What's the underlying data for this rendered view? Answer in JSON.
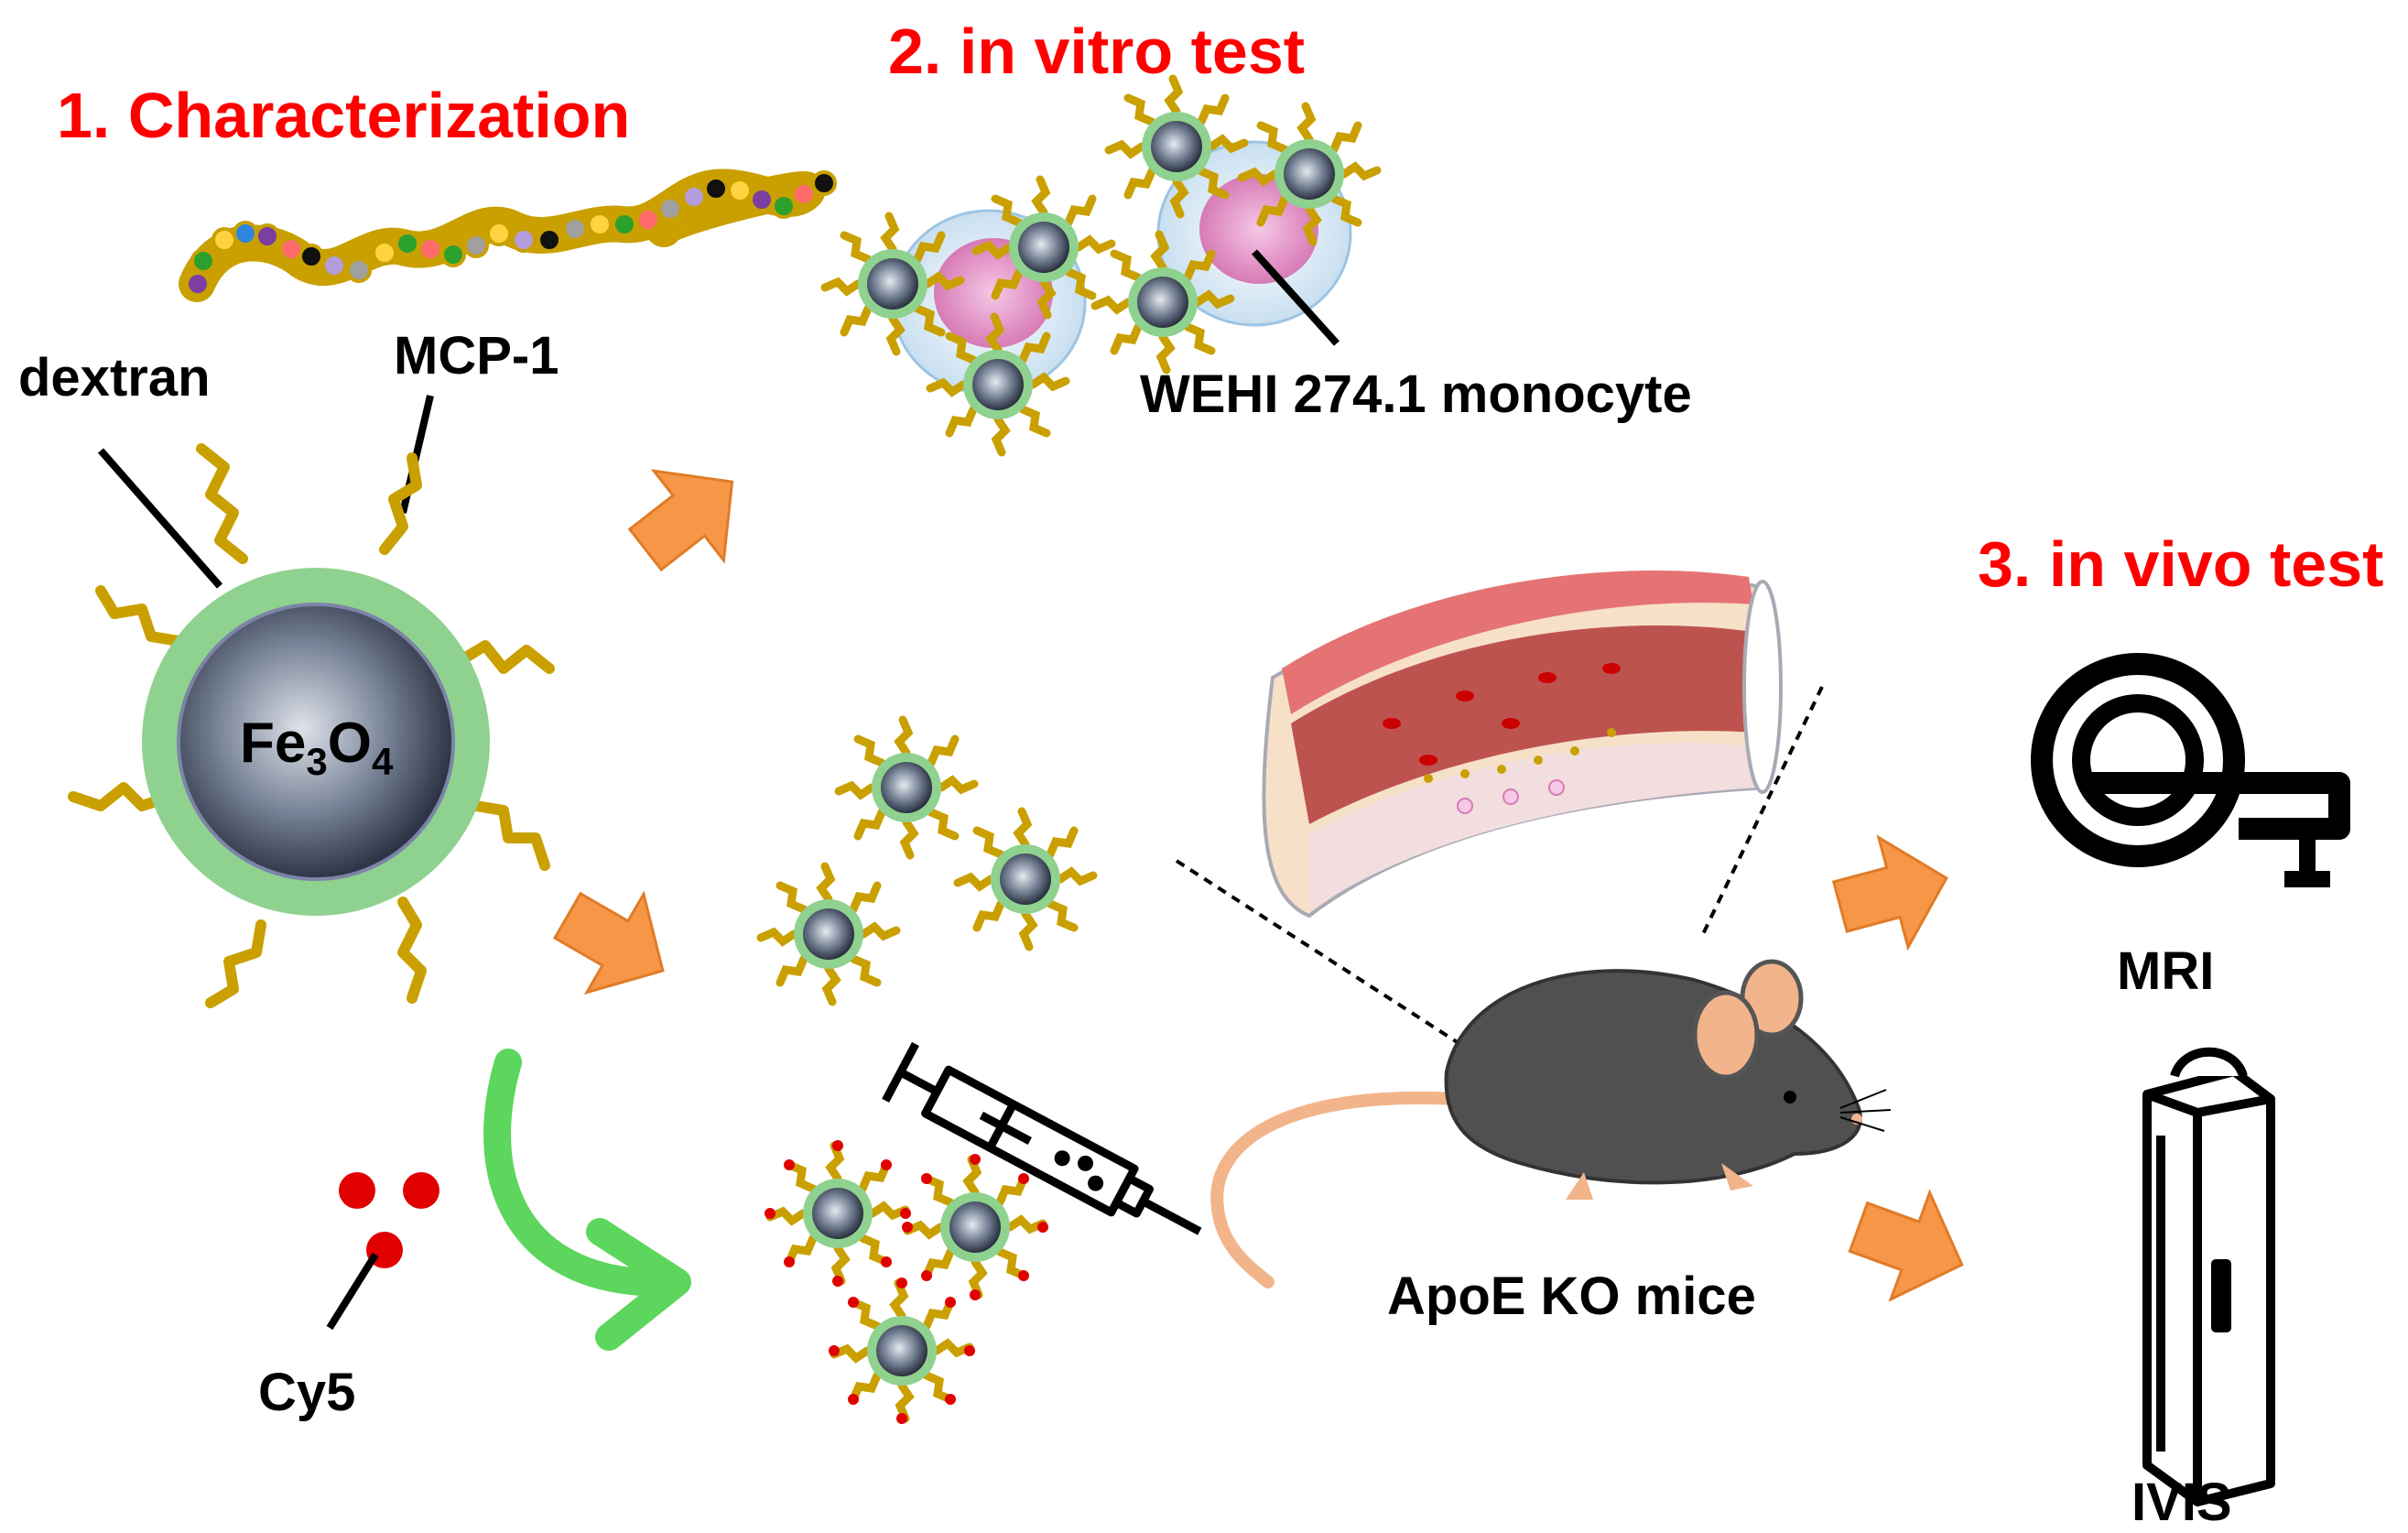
{
  "titles": {
    "characterization": "1. Characterization",
    "in_vitro": "2. in vitro test",
    "in_vivo": "3. in vivo test"
  },
  "labels": {
    "dextran": "dextran",
    "mcp1": "MCP-1",
    "core_prefix": "Fe",
    "core_sub1": "3",
    "core_mid": "O",
    "core_sub2": "4",
    "cy5": "Cy5",
    "monocyte": "WEHI 274.1 monocyte",
    "mice": "ApoE KO mice",
    "mri": "MRI",
    "ivis": "IVIS"
  },
  "colors": {
    "title_red": "#ff0000",
    "arrow_orange": "#f79646",
    "arrow_green": "#5cd65c",
    "shell_green": "#8fd18f",
    "ligand_gold": "#c9a000",
    "cy5_red": "#e00000",
    "mouse_body": "#505050",
    "mouse_ear": "#f2b48a"
  },
  "icons": [
    "nanoparticle-icon",
    "mcp1-chain-icon",
    "monocyte-cell-icon",
    "artery-icon",
    "syringe-icon",
    "mouse-icon",
    "mri-scanner-icon",
    "ivis-imager-icon",
    "cy5-dye-icon"
  ]
}
